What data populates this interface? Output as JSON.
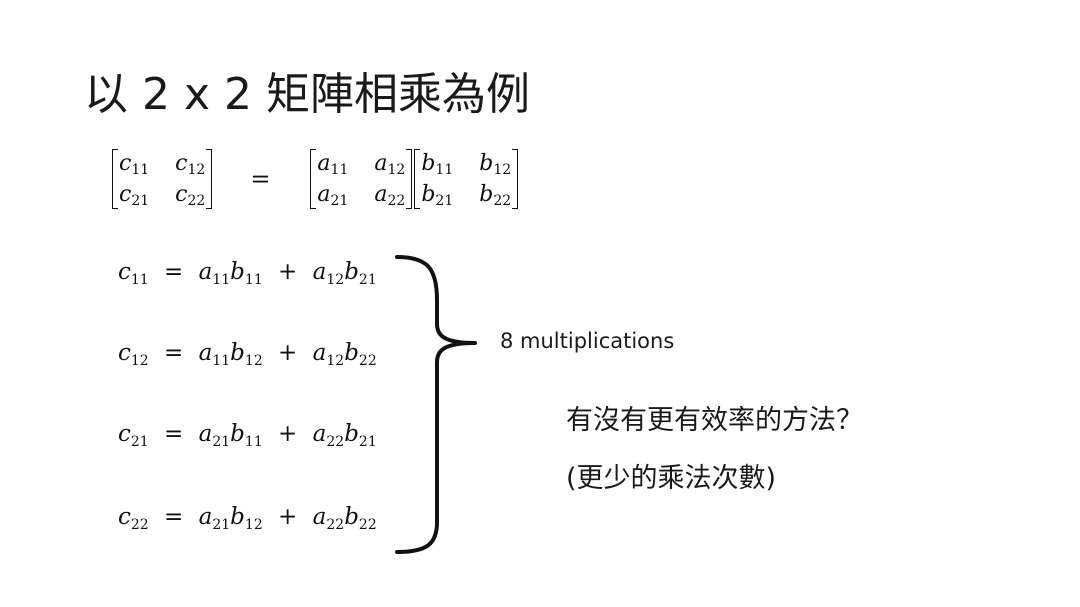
{
  "slide": {
    "title": "以 2 x 2 矩陣相乘為例"
  },
  "matrix_equation": {
    "c": [
      [
        "c",
        "11"
      ],
      [
        "c",
        "12"
      ],
      [
        "c",
        "21"
      ],
      [
        "c",
        "22"
      ]
    ],
    "equals": "=",
    "a": [
      [
        "a",
        "11"
      ],
      [
        "a",
        "12"
      ],
      [
        "a",
        "21"
      ],
      [
        "a",
        "22"
      ]
    ],
    "b": [
      [
        "b",
        "11"
      ],
      [
        "b",
        "12"
      ],
      [
        "b",
        "21"
      ],
      [
        "b",
        "22"
      ]
    ]
  },
  "equations": [
    {
      "lhs": "c",
      "lhs_sub": "11",
      "t1a": "a",
      "t1a_sub": "11",
      "t1b": "b",
      "t1b_sub": "11",
      "t2a": "a",
      "t2a_sub": "12",
      "t2b": "b",
      "t2b_sub": "21"
    },
    {
      "lhs": "c",
      "lhs_sub": "12",
      "t1a": "a",
      "t1a_sub": "11",
      "t1b": "b",
      "t1b_sub": "12",
      "t2a": "a",
      "t2a_sub": "12",
      "t2b": "b",
      "t2b_sub": "22"
    },
    {
      "lhs": "c",
      "lhs_sub": "21",
      "t1a": "a",
      "t1a_sub": "21",
      "t1b": "b",
      "t1b_sub": "11",
      "t2a": "a",
      "t2a_sub": "22",
      "t2b": "b",
      "t2b_sub": "21"
    },
    {
      "lhs": "c",
      "lhs_sub": "22",
      "t1a": "a",
      "t1a_sub": "21",
      "t1b": "b",
      "t1b_sub": "12",
      "t2a": "a",
      "t2a_sub": "22",
      "t2b": "b",
      "t2b_sub": "22"
    }
  ],
  "operators": {
    "equals": "=",
    "plus": "+"
  },
  "annotations": {
    "multiplications": "8 multiplications",
    "question": "有沒有更有效率的方法？",
    "question_note": "(更少的乘法次數)"
  }
}
